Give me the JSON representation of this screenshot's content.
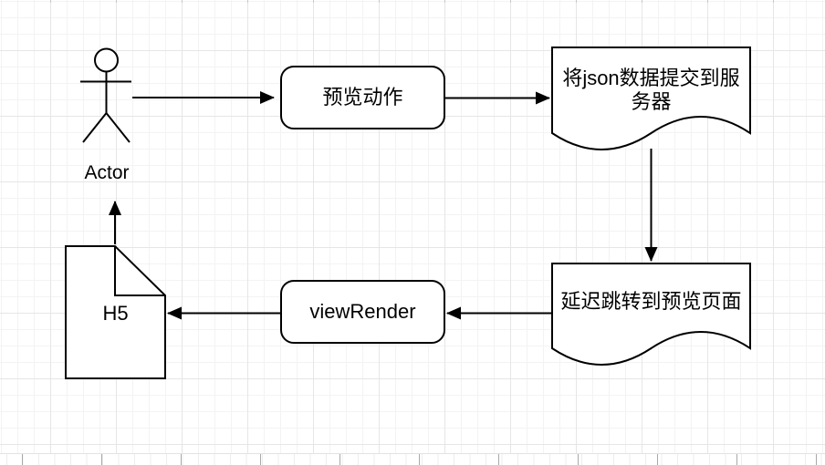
{
  "canvas": {
    "background": "#ffffff",
    "grid_minor_color": "#f3f3f3",
    "grid_major_color": "#e6e6e6",
    "stroke_color": "#000000",
    "shape_fill": "#ffffff"
  },
  "diagram": {
    "actor": {
      "label": "Actor"
    },
    "preview_action": {
      "label": "预览动作",
      "type": "rounded-rect"
    },
    "submit_json": {
      "label": "将json数据提交到服务器",
      "line1": "将json数据提交到服",
      "line2": "务器",
      "type": "document"
    },
    "delay_redirect": {
      "label": "延迟跳转到预览页面",
      "type": "document"
    },
    "view_render": {
      "label": "viewRender",
      "type": "rounded-rect"
    },
    "h5": {
      "label": "H5",
      "type": "note"
    },
    "flows": [
      {
        "from": "actor",
        "to": "preview_action"
      },
      {
        "from": "preview_action",
        "to": "submit_json"
      },
      {
        "from": "submit_json",
        "to": "delay_redirect"
      },
      {
        "from": "delay_redirect",
        "to": "view_render"
      },
      {
        "from": "view_render",
        "to": "h5"
      },
      {
        "from": "h5",
        "to": "actor"
      }
    ]
  }
}
